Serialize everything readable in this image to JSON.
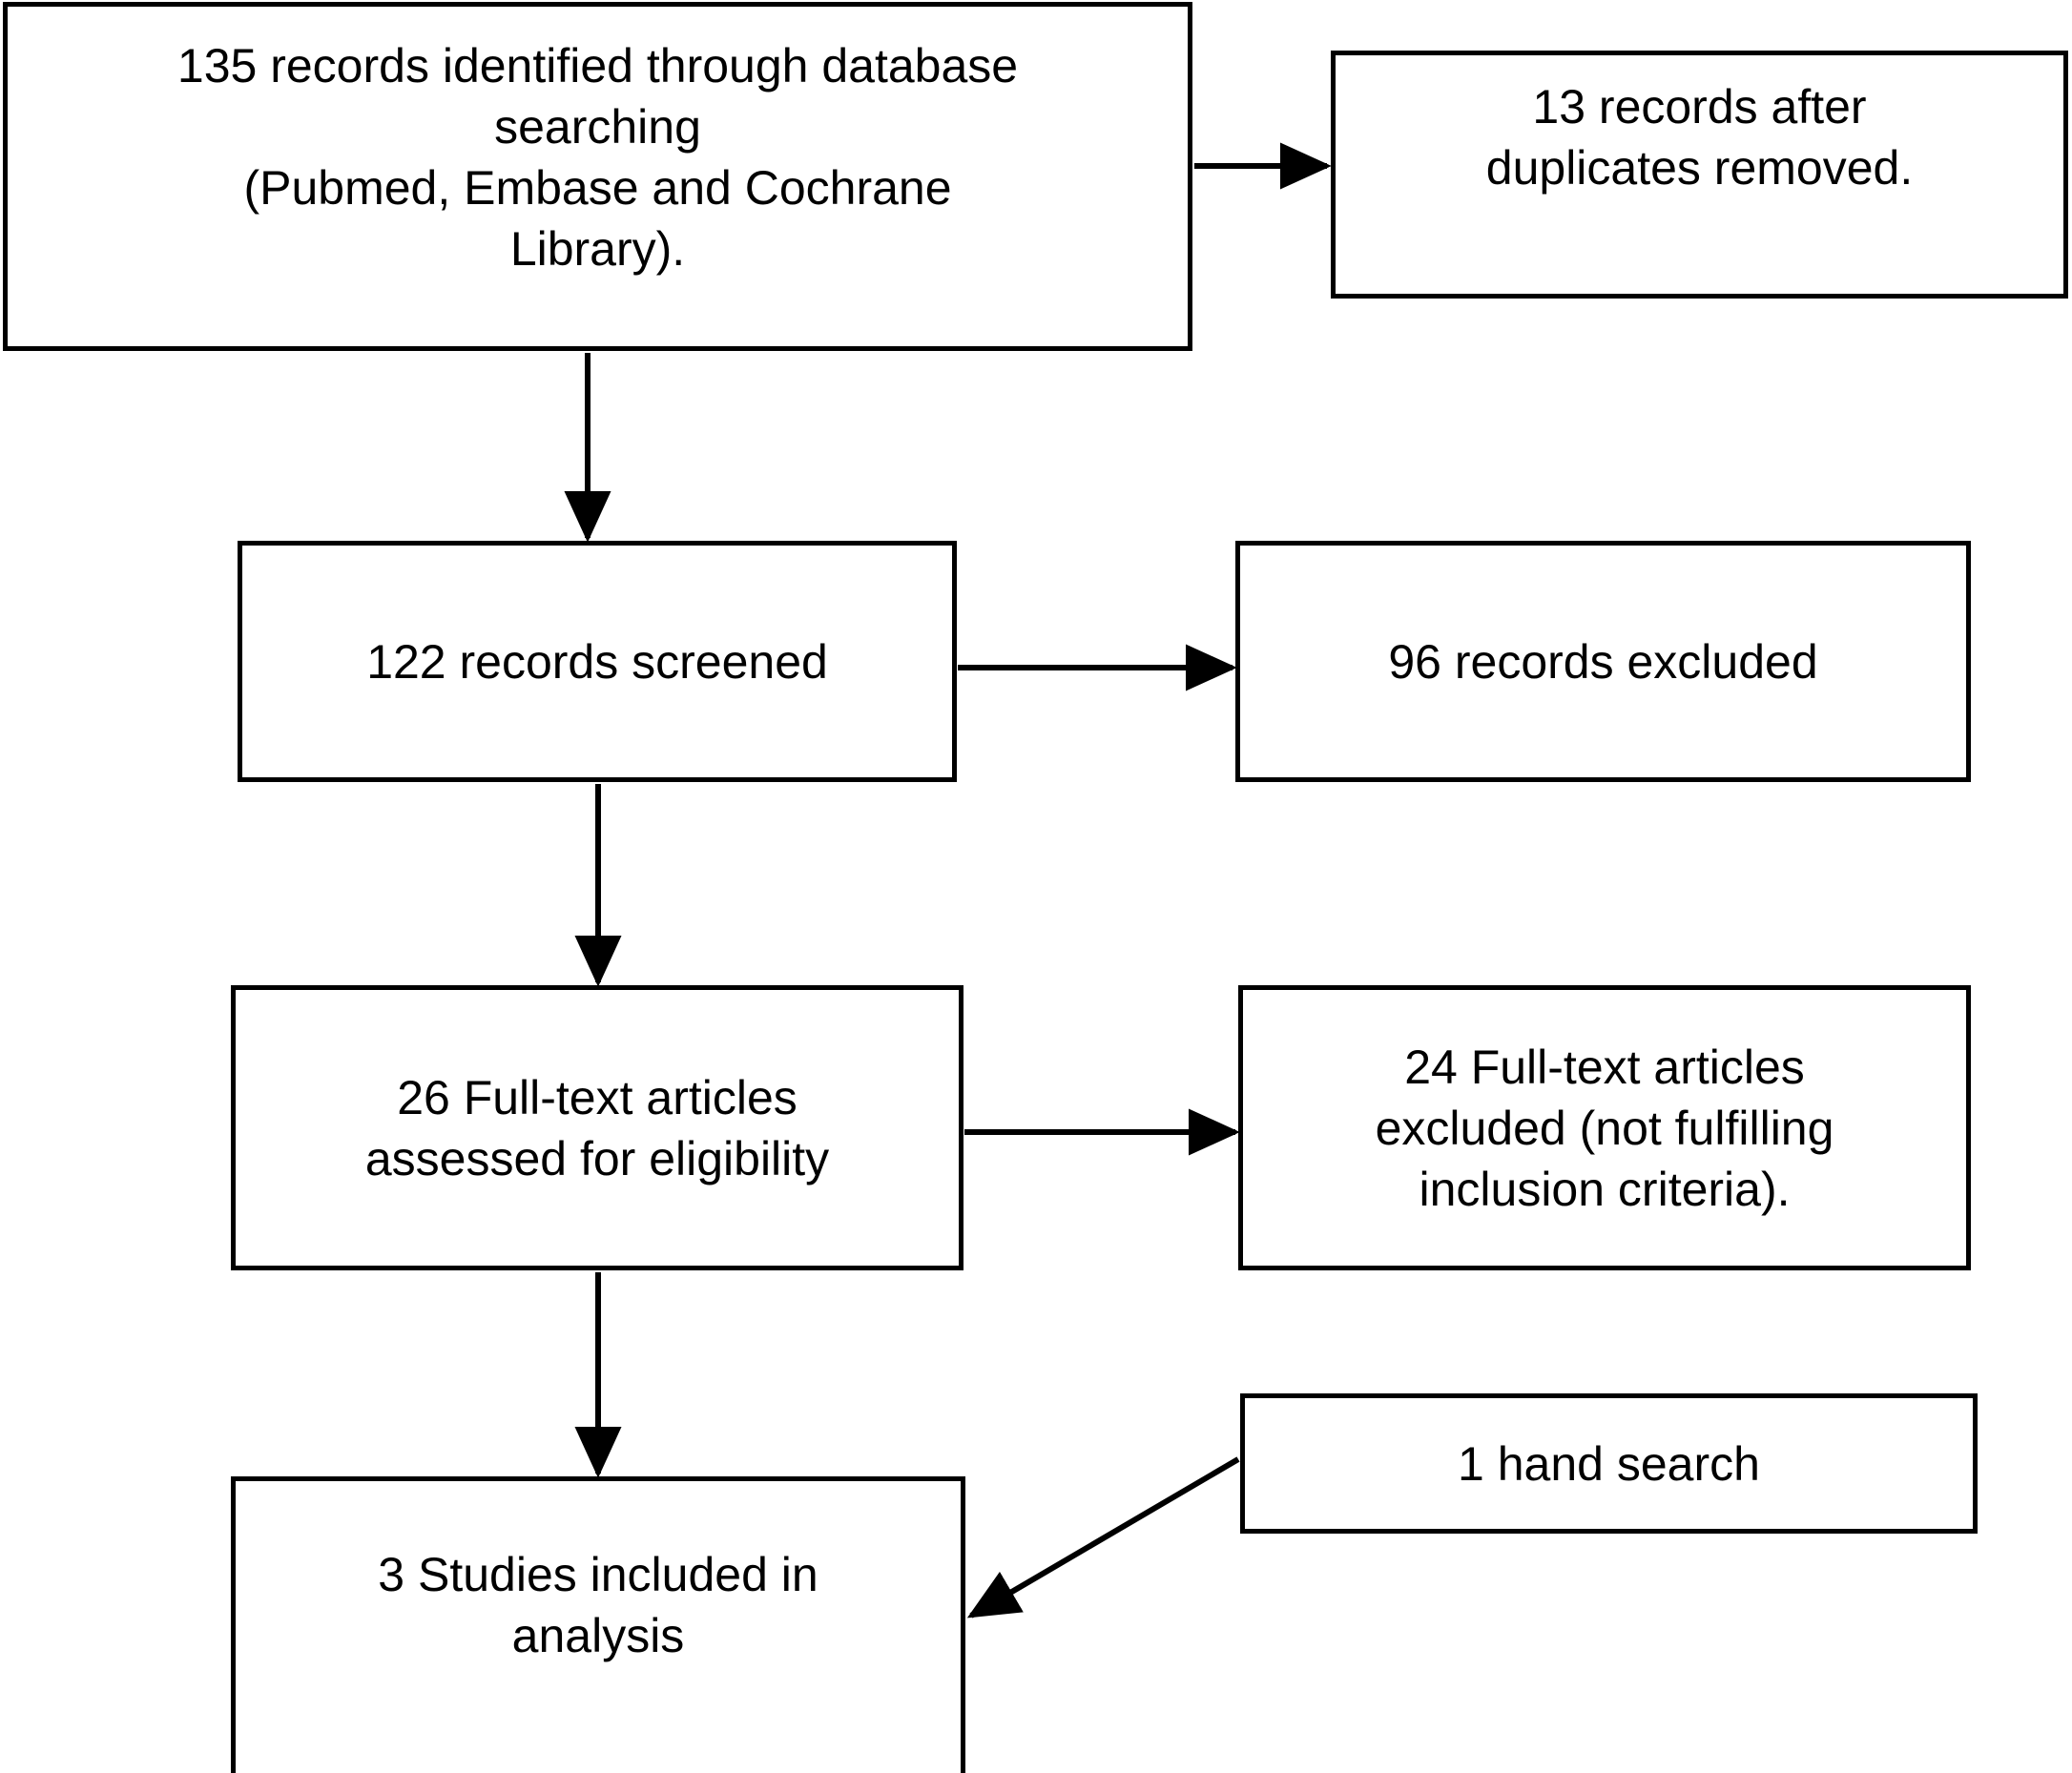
{
  "diagram": {
    "title": "PRISMA study selection flow diagram",
    "type": "flowchart",
    "stroke_color": "#000000",
    "background_color": "#ffffff",
    "boxes": [
      {
        "id": "identified",
        "text": "135 records identified through database\nsearching\n(Pubmed, Embase and Cochrane\nLibrary).",
        "count": 135
      },
      {
        "id": "duplicates",
        "text": "13  records after\nduplicates removed.",
        "count": 13
      },
      {
        "id": "screened",
        "text": "122 records screened",
        "count": 122
      },
      {
        "id": "excluded_records",
        "text": "96 records excluded",
        "count": 96
      },
      {
        "id": "fulltext",
        "text": "26 Full-text articles\nassessed for eligibility",
        "count": 26
      },
      {
        "id": "fulltext_excluded",
        "text": "24 Full-text articles\nexcluded (not fulfilling\ninclusion criteria).",
        "count": 24
      },
      {
        "id": "included",
        "text": "3 Studies included in\nanalysis",
        "count": 3
      },
      {
        "id": "handsearch",
        "text": "1 hand search",
        "count": 1
      }
    ],
    "connectors": [
      {
        "id": "identified-to-duplicates",
        "from": "identified",
        "to": "duplicates",
        "direction": "right"
      },
      {
        "id": "identified-to-screened",
        "from": "identified",
        "to": "screened",
        "direction": "down"
      },
      {
        "id": "screened-to-excluded-records",
        "from": "screened",
        "to": "excluded_records",
        "direction": "right"
      },
      {
        "id": "screened-to-fulltext",
        "from": "screened",
        "to": "fulltext",
        "direction": "down"
      },
      {
        "id": "fulltext-to-fulltext-excluded",
        "from": "fulltext",
        "to": "fulltext_excluded",
        "direction": "right"
      },
      {
        "id": "fulltext-to-included",
        "from": "fulltext",
        "to": "included",
        "direction": "down"
      },
      {
        "id": "handsearch-to-included",
        "from": "handsearch",
        "to": "included",
        "direction": "diagonal-down-left"
      }
    ]
  }
}
